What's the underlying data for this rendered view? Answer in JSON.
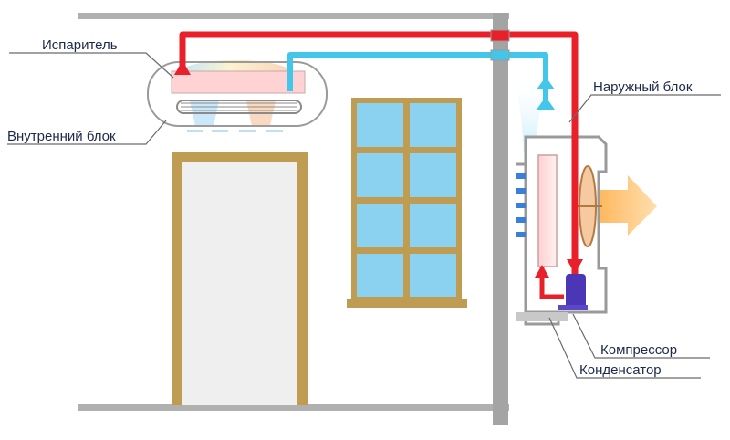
{
  "labels": {
    "evaporator": "Испаритель",
    "indoor_unit": "Внутренний блок",
    "outdoor_unit": "Наружный блок",
    "compressor": "Компрессор",
    "condenser": "Конденсатор"
  },
  "colors": {
    "hot_refrigerant": "#e8202a",
    "cold_refrigerant": "#42c6ea",
    "wall": "#a4a4a4",
    "window_frame": "#bf9c52",
    "window_glass": "#8ad2ef",
    "door_frame": "#bf9c52",
    "door_panel": "#efefef",
    "compressor": "#4b37b6"
  }
}
